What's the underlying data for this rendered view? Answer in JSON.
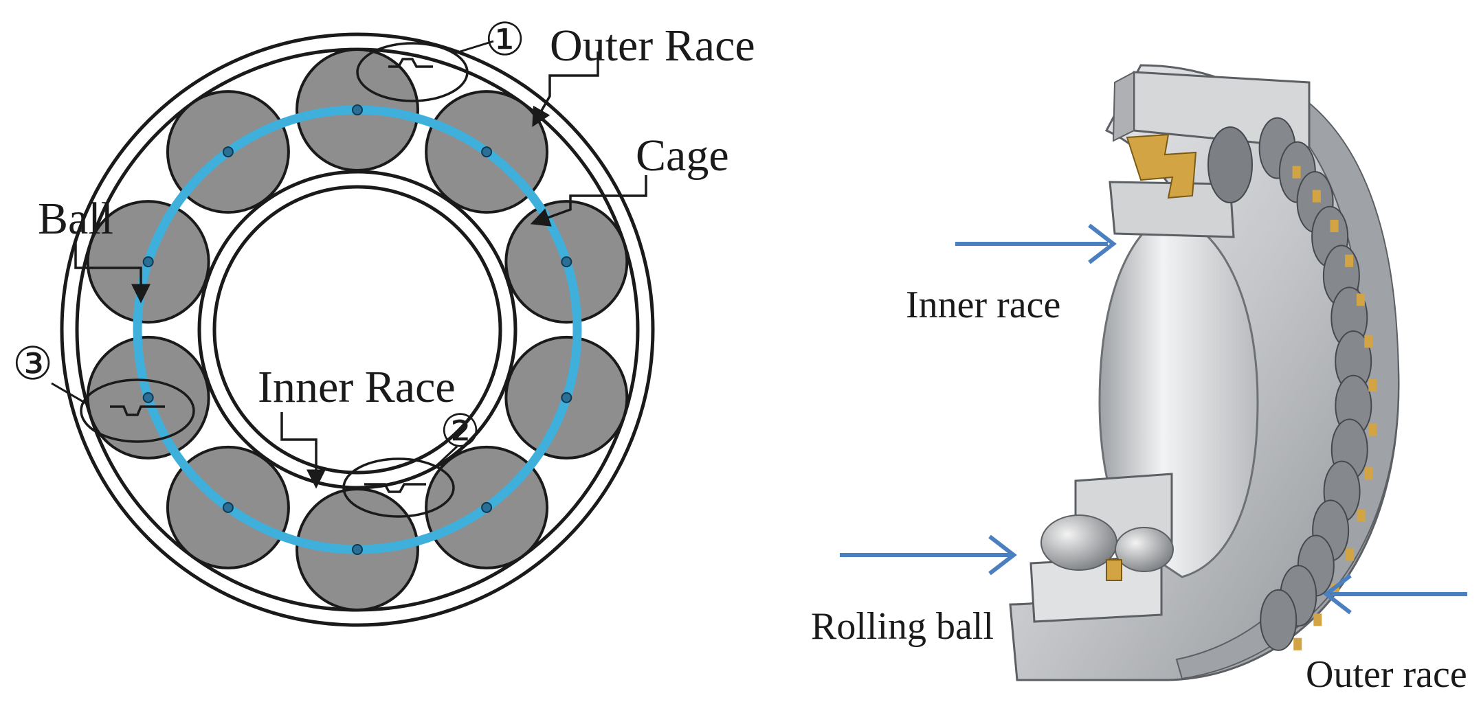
{
  "left_diagram": {
    "labels": {
      "marker1": "①",
      "outer_race": "Outer Race",
      "cage": "Cage",
      "ball": "Ball",
      "marker3": "③",
      "inner_race": "Inner Race",
      "marker2": "②"
    },
    "colors": {
      "ball_fill": "#8e8e8e",
      "cage_ring": "#3fb0dc",
      "stroke": "#1a1a1a"
    },
    "ball_count": 10
  },
  "right_diagram": {
    "labels": {
      "inner_race": "Inner race",
      "rolling_ball": "Rolling  ball",
      "outer_race": "Outer race"
    },
    "colors": {
      "arrow": "#4a7fc0",
      "metal": "#c8c9cb",
      "cage": "#d3a443"
    }
  }
}
